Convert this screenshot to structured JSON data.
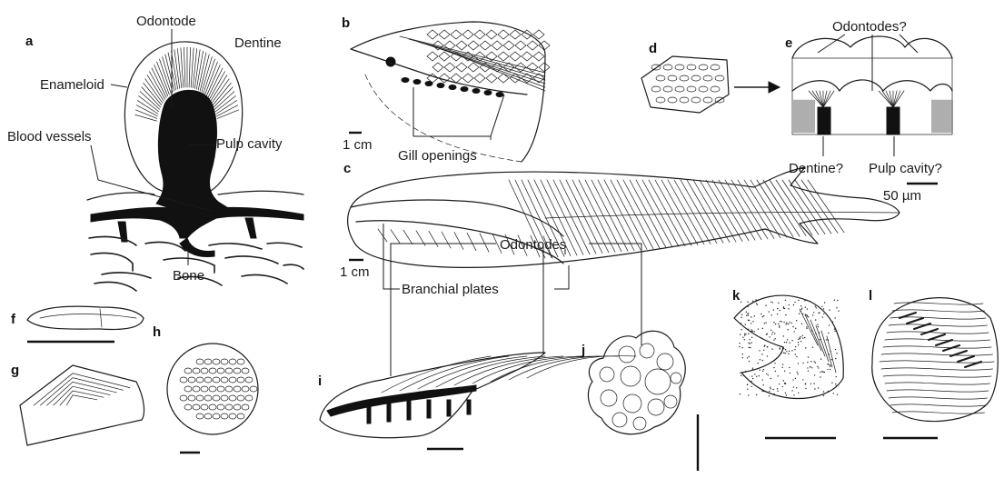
{
  "panels": {
    "a": {
      "letter": "a",
      "labels": {
        "odontode": "Odontode",
        "dentine": "Dentine",
        "enameloid": "Enameloid",
        "blood_vessels": "Blood vessels",
        "pulp_cavity": "Pulp cavity",
        "bone": "Bone"
      }
    },
    "b": {
      "letter": "b",
      "scale_label": "1 cm",
      "labels": {
        "gill_openings": "Gill openings"
      }
    },
    "c": {
      "letter": "c",
      "scale_label": "1 cm",
      "labels": {
        "branchial_plates": "Branchial plates"
      }
    },
    "d": {
      "letter": "d"
    },
    "e": {
      "letter": "e",
      "scale_label": "50 µm",
      "labels": {
        "odontodes": "Odontodes?",
        "dentine": "Dentine?",
        "pulp_cavity": "Pulp cavity?"
      }
    },
    "f": {
      "letter": "f"
    },
    "g": {
      "letter": "g"
    },
    "h": {
      "letter": "h"
    },
    "i": {
      "letter": "i",
      "labels": {
        "odontodes": "Odontodes"
      }
    },
    "j": {
      "letter": "j"
    },
    "k": {
      "letter": "k"
    },
    "l": {
      "letter": "l"
    }
  }
}
